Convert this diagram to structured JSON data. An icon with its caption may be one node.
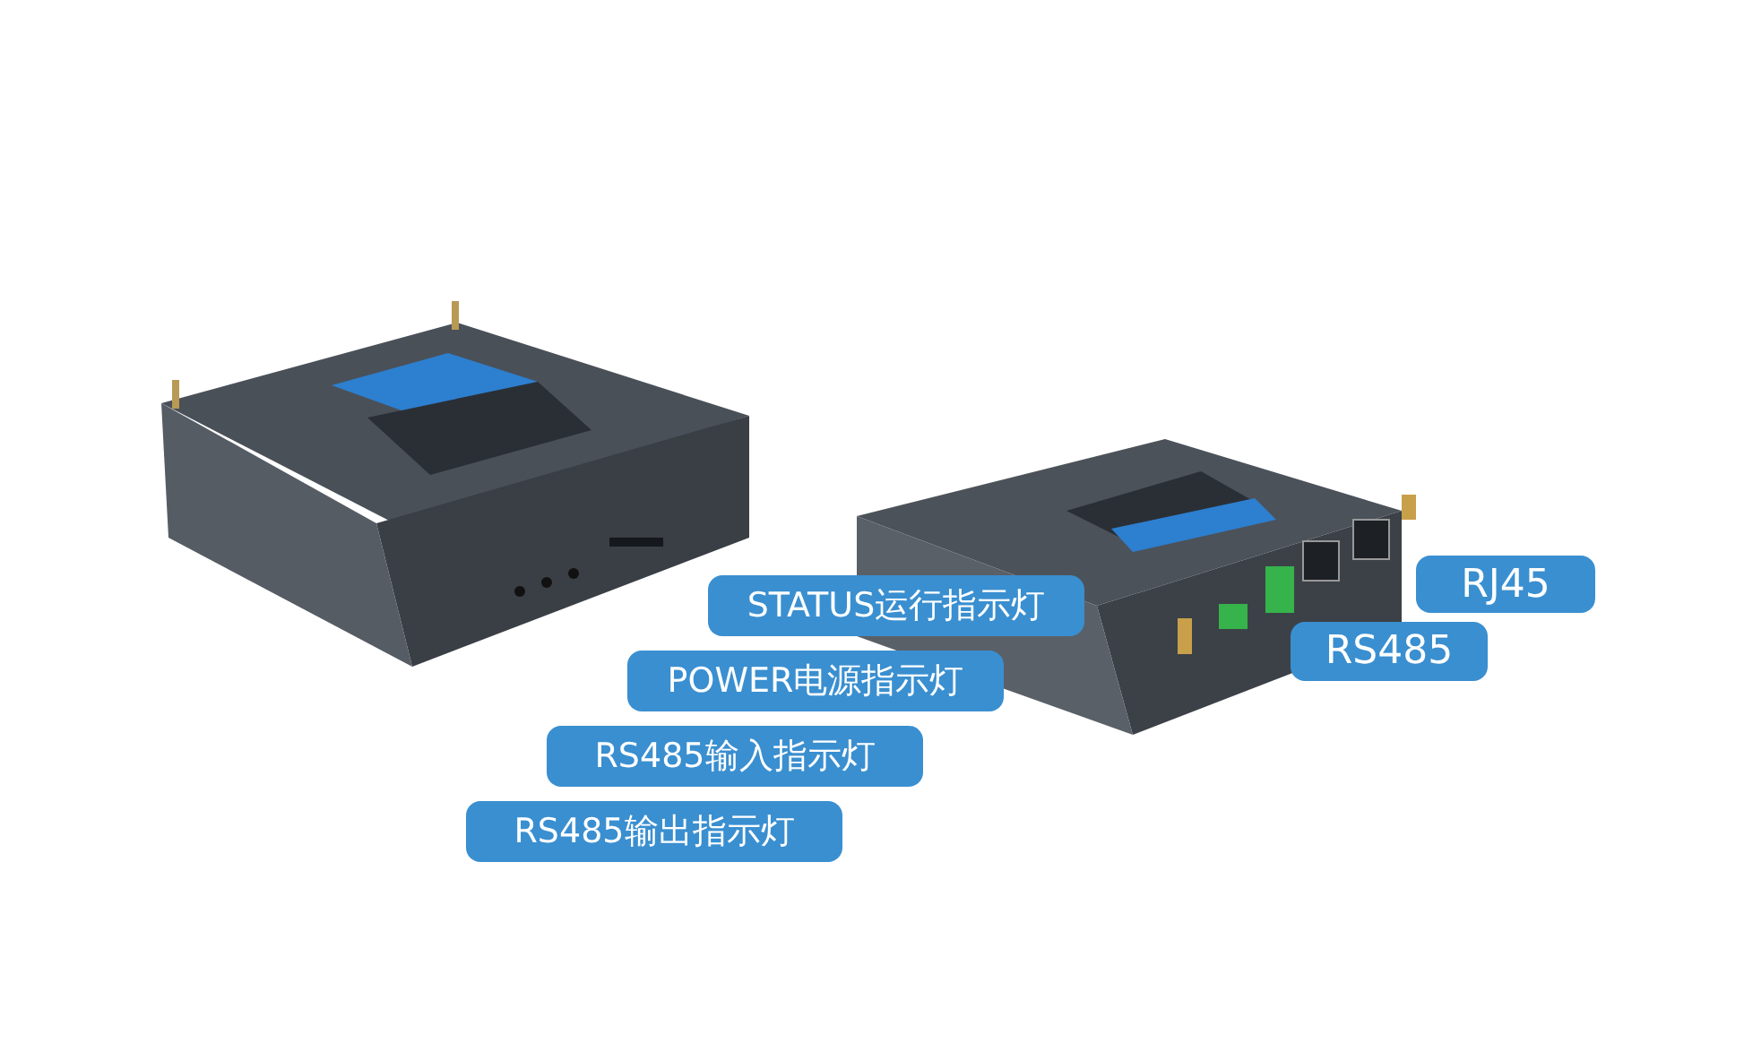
{
  "diagram": {
    "nodes": [
      {
        "text": [
          "STATUS运行指示灯"
        ]
      },
      {
        "text": [
          "POWER电源指示灯"
        ]
      },
      {
        "text": [
          "RS485输入指示灯"
        ]
      },
      {
        "text": [
          "RS485输出指示灯"
        ]
      },
      {
        "text": [
          "RJ45"
        ]
      },
      {
        "text": [
          "RS485"
        ]
      }
    ]
  }
}
